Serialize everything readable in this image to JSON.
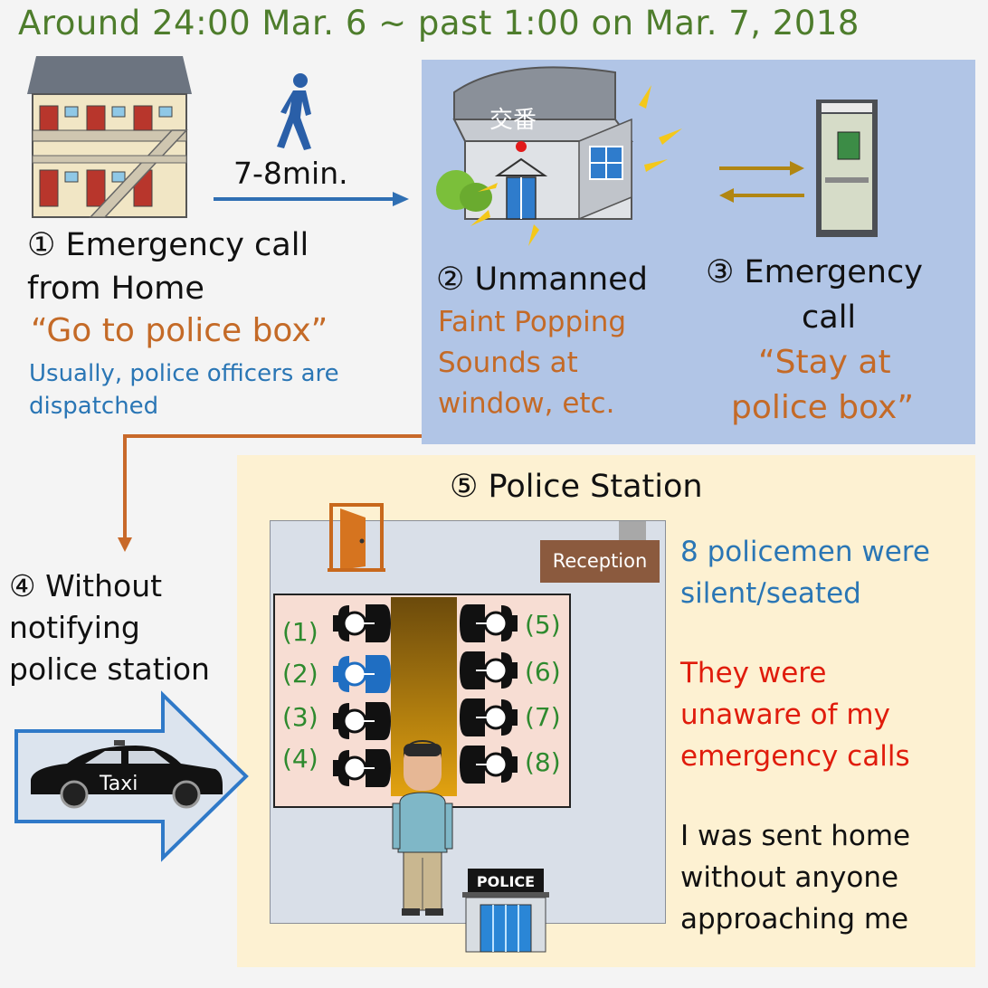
{
  "title": "Around 24:00 Mar. 6 ~ past 1:00 on Mar. 7, 2018",
  "walk_time": "7-8min.",
  "step1": {
    "heading_line1": "① Emergency call",
    "heading_line2": "from Home",
    "quote": "“Go to police box”",
    "note_line1": "Usually, police officers are",
    "note_line2": "dispatched"
  },
  "police_box_sign": "交番",
  "step2": {
    "heading": "② Unmanned",
    "note_line1": "Faint Popping",
    "note_line2": "Sounds at",
    "note_line3": "window, etc."
  },
  "step3": {
    "heading_line1": "③ Emergency",
    "heading_line2": "call",
    "quote_line1": "“Stay at",
    "quote_line2": "police box”"
  },
  "step4": {
    "line1": "④ Without",
    "line2": "notifying",
    "line3": "police station",
    "taxi_label": "Taxi"
  },
  "step5": {
    "heading": "⑤ Police Station",
    "reception": "Reception",
    "police_sign": "POLICE",
    "seat_numbers_left": [
      "(1)",
      "(2)",
      "(3)",
      "(4)"
    ],
    "seat_numbers_right": [
      "(5)",
      "(6)",
      "(7)",
      "(8)"
    ],
    "fact1_line1": "8 policemen were",
    "fact1_line2": "silent/seated",
    "fact2_line1": "They were",
    "fact2_line2": "unaware of my",
    "fact2_line3": "emergency calls",
    "fact3_line1": "I was sent home",
    "fact3_line2": "without anyone",
    "fact3_line3": "approaching me"
  },
  "colors": {
    "title_green": "#4e7d2c",
    "orange_text": "#c46a27",
    "blue_text": "#2a76b5",
    "red_text": "#e01c0c",
    "police_box_panel": "#b1c5e6",
    "station_panel": "#fdf1d2"
  }
}
